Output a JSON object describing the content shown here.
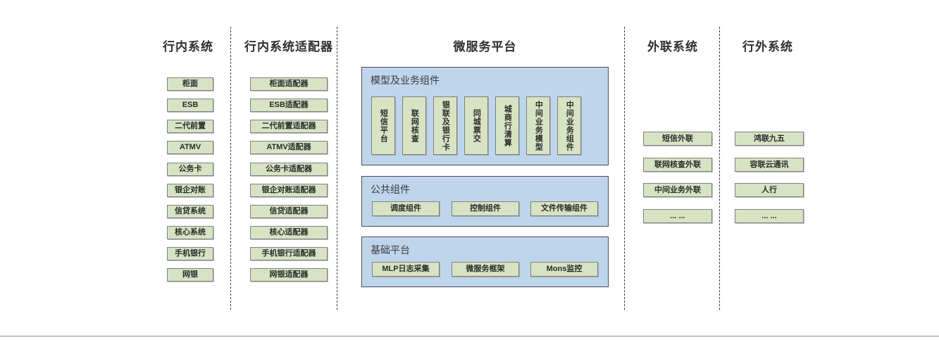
{
  "columns": {
    "internal": {
      "title": "行内系统",
      "items": [
        "柜面",
        "ESB",
        "二代前置",
        "ATMV",
        "公务卡",
        "银企对账",
        "信贷系统",
        "核心系统",
        "手机银行",
        "网银"
      ]
    },
    "internal_adapter": {
      "title": "行内系统适配器",
      "items": [
        "柜面适配器",
        "ESB适配器",
        "二代前置适配器",
        "ATMV适配器",
        "公务卡适配器",
        "银企对账适配器",
        "信贷适配器",
        "核心适配器",
        "手机银行适配器",
        "网银适配器"
      ]
    },
    "microservice": {
      "title": "微服务平台",
      "panels": [
        {
          "title": "模型及业务组件",
          "orientation": "vertical",
          "items": [
            "短信平台",
            "联网核查",
            "银联及银行卡",
            "同城票交",
            "城商行清算",
            "中间业务模型",
            "中间业务组件"
          ]
        },
        {
          "title": "公共组件",
          "orientation": "horizontal",
          "items": [
            "调度组件",
            "控制组件",
            "文件传输组件"
          ]
        },
        {
          "title": "基础平台",
          "orientation": "horizontal",
          "items": [
            "MLP日志采集",
            "微服务框架",
            "Mons监控"
          ]
        }
      ]
    },
    "external_link": {
      "title": "外联系统",
      "items": [
        "短信外联",
        "联网核查外联",
        "中间业务外联",
        "... ..."
      ]
    },
    "outside": {
      "title": "行外系统",
      "items": [
        "鸿联九五",
        "容联云通讯",
        "人行",
        "... ..."
      ]
    }
  },
  "colors": {
    "box_fill": "#d7e3c3",
    "box_border": "#7f7f7f",
    "panel_fill": "#bfd5ec",
    "panel_border": "#4a4a5e",
    "divider": "#3a3a3a",
    "text": "#2b2b2b"
  }
}
